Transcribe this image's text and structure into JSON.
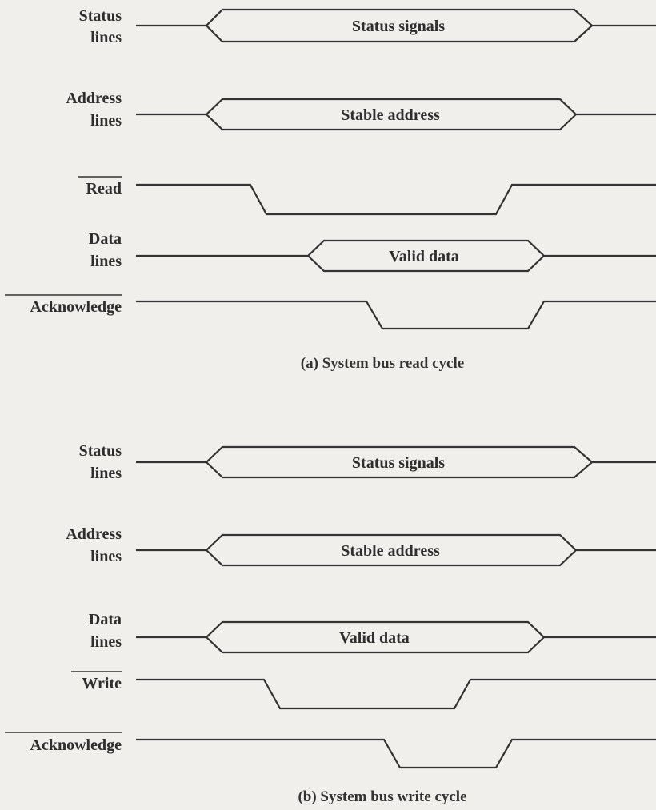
{
  "read_cycle": {
    "caption": "(a) System bus read cycle",
    "signals": {
      "status": {
        "label_lines": [
          "Status",
          "lines"
        ],
        "bus_text": "Status signals"
      },
      "address": {
        "label_lines": [
          "Address",
          "lines"
        ],
        "bus_text": "Stable address"
      },
      "read": {
        "label": "Read",
        "active_low": true
      },
      "data": {
        "label_lines": [
          "Data",
          "lines"
        ],
        "bus_text": "Valid data"
      },
      "acknowledge": {
        "label": "Acknowledge",
        "active_low": true
      }
    }
  },
  "write_cycle": {
    "caption": "(b) System bus write cycle",
    "signals": {
      "status": {
        "label_lines": [
          "Status",
          "lines"
        ],
        "bus_text": "Status signals"
      },
      "address": {
        "label_lines": [
          "Address",
          "lines"
        ],
        "bus_text": "Stable address"
      },
      "data": {
        "label_lines": [
          "Data",
          "lines"
        ],
        "bus_text": "Valid data"
      },
      "write": {
        "label": "Write",
        "active_low": true
      },
      "acknowledge": {
        "label": "Acknowledge",
        "active_low": true
      }
    }
  }
}
